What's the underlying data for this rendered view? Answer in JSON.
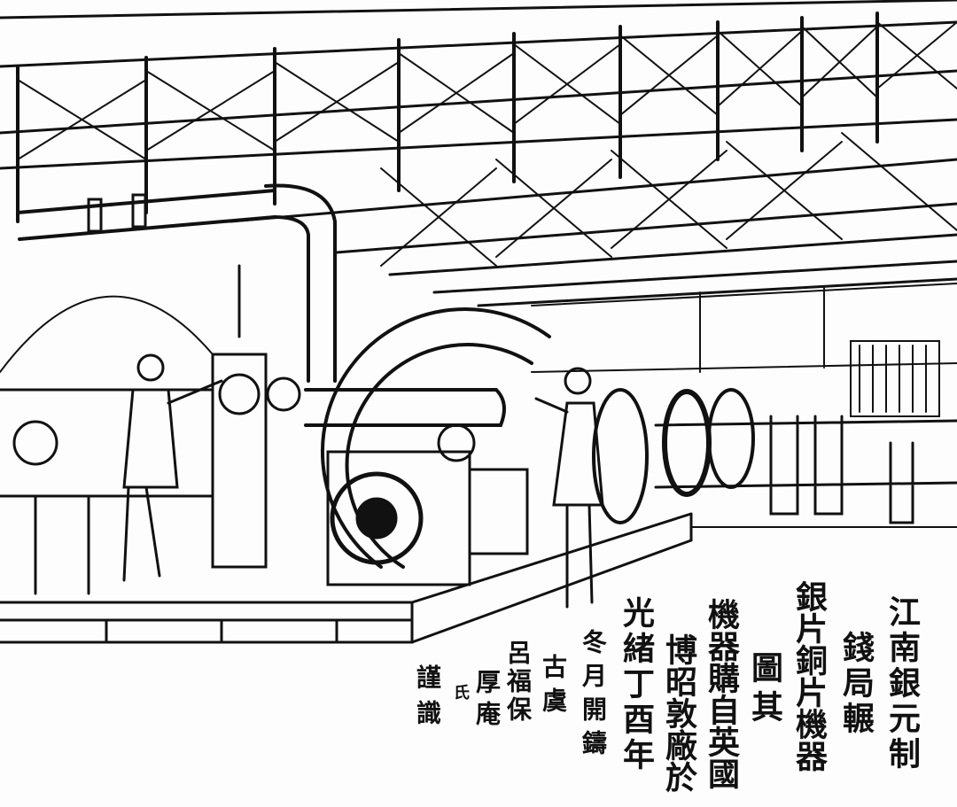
{
  "inscription": {
    "columns": [
      "江南銀元制",
      "錢局輾",
      "銀片銅片機器",
      "圖其",
      "機器購自英國",
      "博昭敦廠於",
      "光緒丁酉年",
      "冬月開鑄",
      "古虞",
      "呂福保",
      "厚庵",
      "氏",
      "謹識"
    ]
  },
  "colors": {
    "ink": "#111111",
    "paper": "#fdfdfd"
  }
}
